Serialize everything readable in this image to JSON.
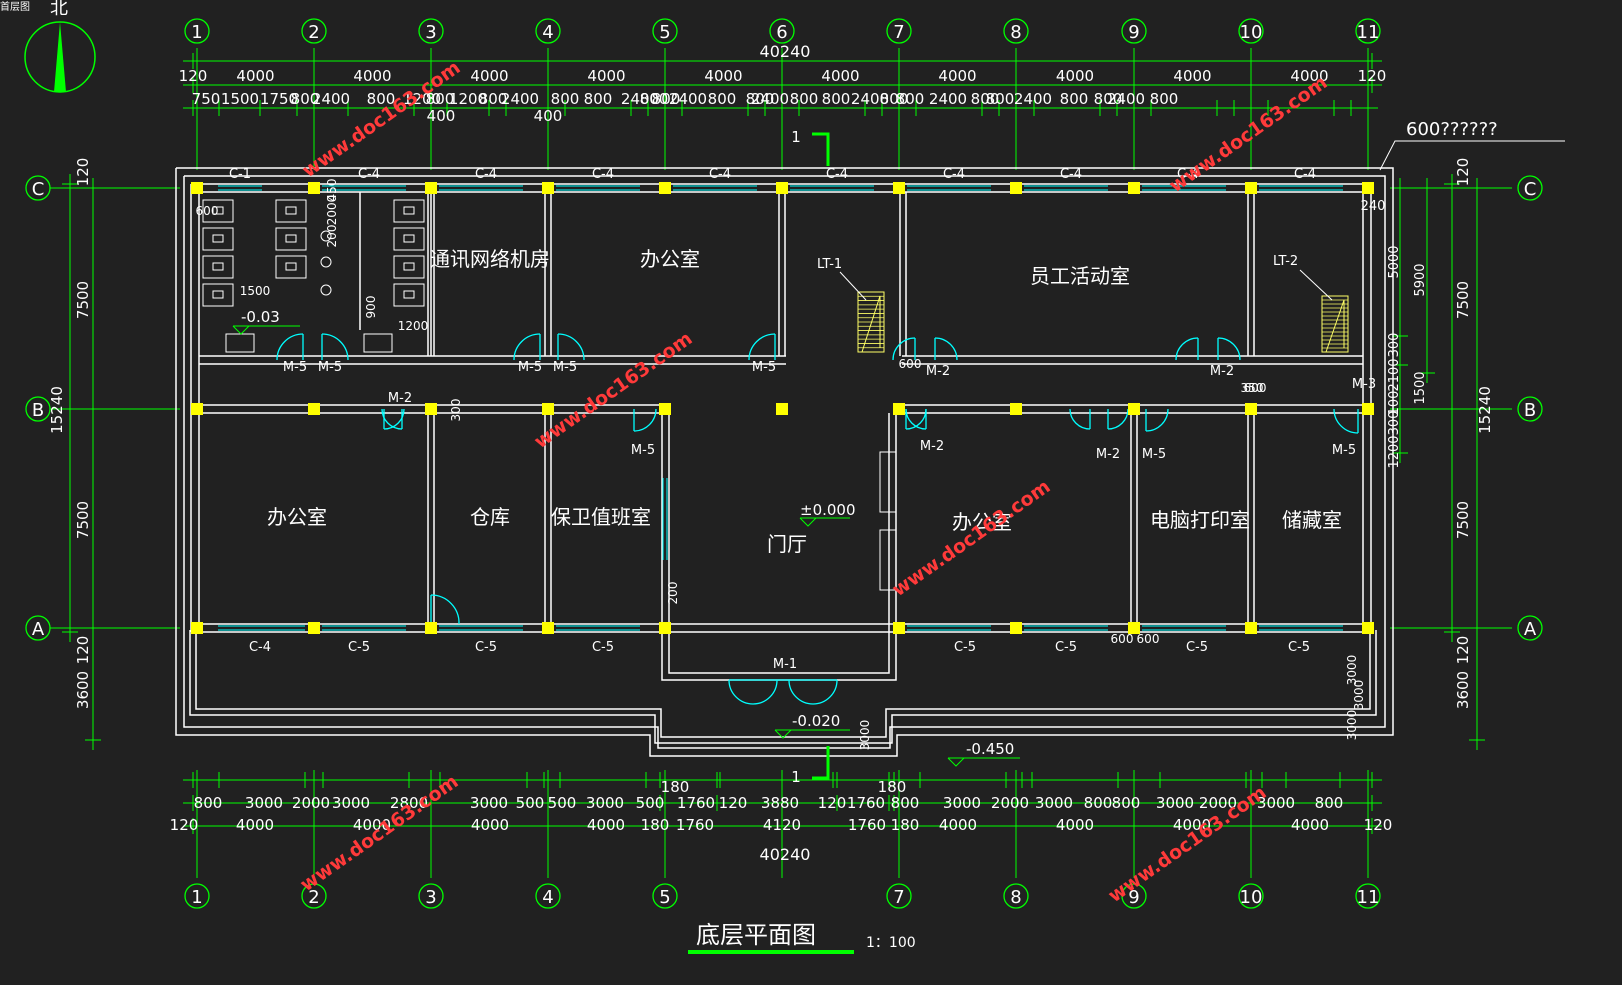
{
  "corner_label": "首层图",
  "north_label": "北",
  "title": "底层平面图",
  "scale": "1：100",
  "grid_x": [
    "1",
    "2",
    "3",
    "4",
    "5",
    "6",
    "7",
    "8",
    "9",
    "10",
    "11"
  ],
  "grid_y": [
    "C",
    "B",
    "A"
  ],
  "total_width": "40240",
  "total_depth": "15240",
  "top_bay_dims": [
    "120",
    "4000",
    "4000",
    "4000",
    "4000",
    "4000",
    "4000",
    "4000",
    "4000",
    "4000",
    "4000",
    "120"
  ],
  "top_opening_dims": [
    "750",
    "1500",
    "1750",
    "800",
    "2400",
    "800",
    "1200",
    "800",
    "1200",
    "800",
    "2400",
    "800",
    "800",
    "2400",
    "800",
    "800",
    "2400",
    "800",
    "800",
    "2400",
    "800",
    "800",
    "2400",
    "800",
    "800",
    "2400",
    "800",
    "800",
    "2400",
    "800",
    "800",
    "2400",
    "800"
  ],
  "top_small_dims": [
    "400",
    "400"
  ],
  "bottom_detail_dims": [
    "800",
    "3000",
    "2000",
    "3000",
    "2800",
    "3000",
    "500",
    "500",
    "3000",
    "500",
    "1760",
    "120",
    "3880",
    "120",
    "1760",
    "800",
    "3000",
    "2000",
    "3000",
    "800",
    "800",
    "3000",
    "2000",
    "3000",
    "800"
  ],
  "bottom_bay_dims": [
    "120",
    "4000",
    "4000",
    "4000",
    "4000",
    "180",
    "1760",
    "4120",
    "1760",
    "180",
    "4000",
    "4000",
    "4000",
    "4000",
    "120"
  ],
  "bottom_small_dims": [
    "180",
    "180"
  ],
  "left_dims": [
    "120",
    "7500",
    "7500",
    "120",
    "3600"
  ],
  "right_dims": [
    "120",
    "7500",
    "7500",
    "120",
    "3600"
  ],
  "right_inner_dims": [
    "5000",
    "5900",
    "300",
    "2100",
    "1500",
    "100",
    "300",
    "1200",
    "240"
  ],
  "vertical_misc": [
    "3000",
    "3000",
    "3000",
    "3000",
    "300",
    "200",
    "2000",
    "200",
    "350",
    "600",
    "600",
    "600",
    "600",
    "1500",
    "1200",
    "900",
    "600",
    "450"
  ],
  "rooms": [
    "通讯网络机房",
    "办公室",
    "员工活动室",
    "办公室",
    "仓库",
    "保卫值班室",
    "门厅",
    "办公室",
    "电脑打印室",
    "储藏室"
  ],
  "window_labels": [
    "C-1",
    "C-4",
    "C-4",
    "C-4",
    "C-4",
    "C-4",
    "C-4",
    "C-4",
    "C-4",
    "C-4",
    "C-4",
    "C-5",
    "C-5",
    "C-5",
    "C-5",
    "C-5",
    "C-5",
    "C-5",
    "C-5"
  ],
  "door_labels": [
    "M-5",
    "M-5",
    "M-5",
    "M-5",
    "M-5",
    "M-2",
    "M-2",
    "M-2",
    "M-5",
    "M-2",
    "M-2",
    "M-5",
    "M-5",
    "M-3",
    "M-1"
  ],
  "stairs": [
    "LT-1",
    "LT-2"
  ],
  "elevations": [
    "±0.000",
    "-0.03",
    "-0.020",
    "-0.450"
  ],
  "section_mark": "1",
  "note": "600??????",
  "watermark": "www.doc163.com",
  "colors": {
    "background": "#212121",
    "walls": "#ffffff",
    "dimension": "#00ff00",
    "column": "#ffff00",
    "window": "#00ffff",
    "stair": "#ffff66",
    "watermark": "#ff3a3a"
  }
}
